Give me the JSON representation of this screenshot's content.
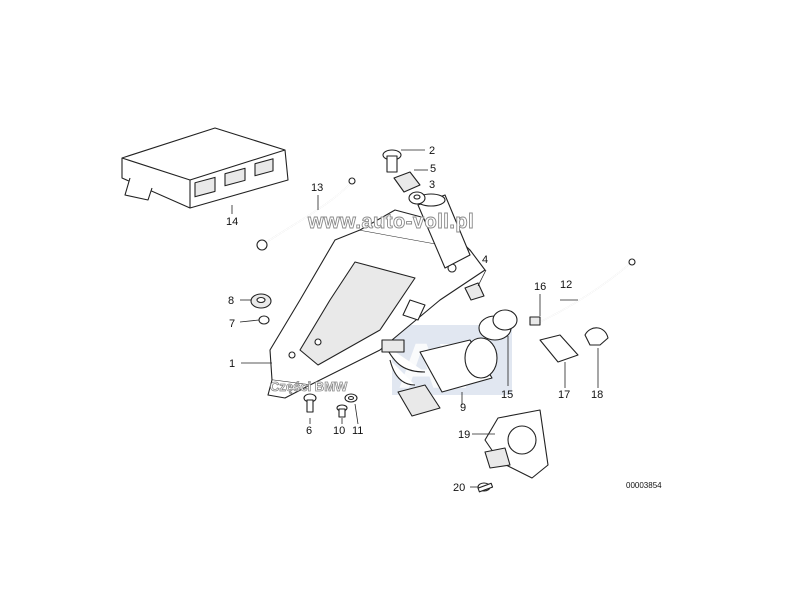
{
  "diagram": {
    "reference_code": "00003854",
    "watermarks": {
      "site": "www.auto-voll.pl",
      "caption": "Części BMW",
      "logo": "AV"
    },
    "callouts": [
      "1",
      "2",
      "3",
      "4",
      "5",
      "6",
      "7",
      "8",
      "9",
      "10",
      "11",
      "12",
      "13",
      "14",
      "15",
      "16",
      "17",
      "18",
      "19",
      "20"
    ]
  }
}
